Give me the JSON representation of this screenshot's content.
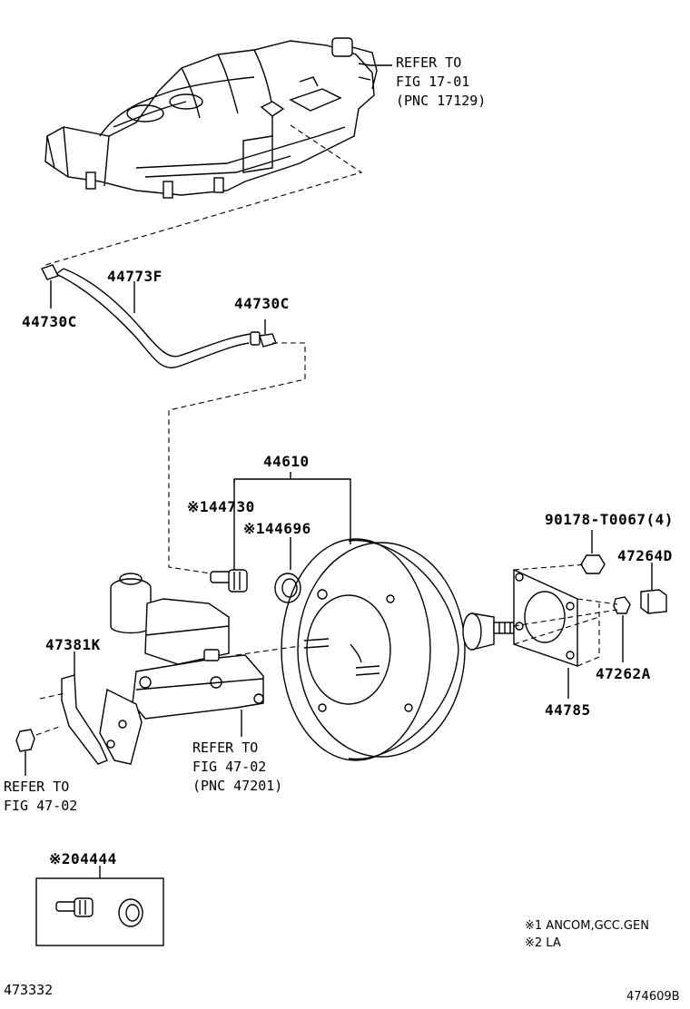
{
  "parts": {
    "p44773F": "44773F",
    "p44730C_left": "44730C",
    "p44730C_right": "44730C",
    "p44610": "44610",
    "p44730": "※144730",
    "p44696": "※144696",
    "p90178": "90178-T0067(4)",
    "p47264D": "47264D",
    "p47381K": "47381K",
    "p47262A": "47262A",
    "p44785": "44785",
    "p04444": "※204444"
  },
  "refs": {
    "fig1701": "REFER TO\nFIG 17-01\n(PNC 17129)",
    "fig4702_center": "REFER TO\nFIG 47-02\n(PNC 47201)",
    "fig4702_left": "REFER TO\nFIG 47-02"
  },
  "notes": {
    "note1": "※1 ANCOM,GCC.GEN",
    "note2": "※2 LA"
  },
  "footer": {
    "left_code": "473332",
    "right_code": "474609B"
  }
}
